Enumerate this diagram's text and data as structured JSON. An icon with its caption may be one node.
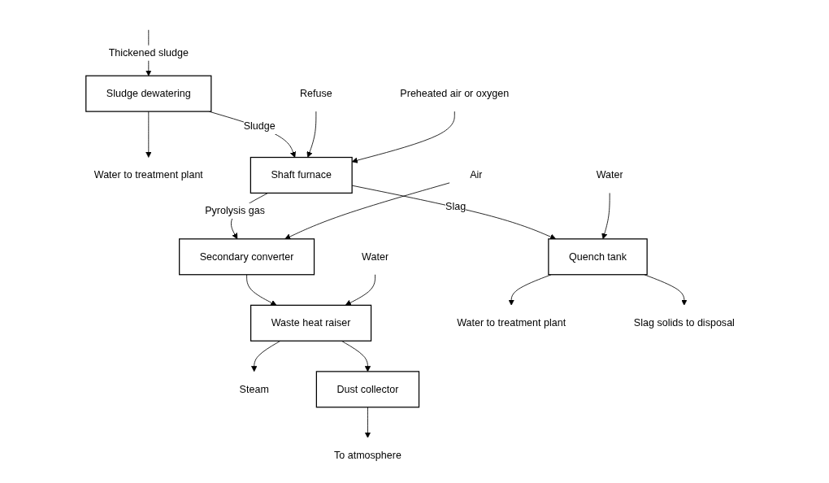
{
  "diagram": {
    "nodes": [
      {
        "text": [
          "Sludge dewatering"
        ]
      },
      {
        "text": [
          "Water to treatment plant"
        ]
      },
      {
        "text": [
          "Shaft furnace"
        ]
      },
      {
        "text": [
          "Refuse"
        ]
      },
      {
        "text": [
          "Preheated air or oxygen"
        ]
      },
      {
        "text": [
          "Secondary converter"
        ]
      },
      {
        "text": [
          "Air"
        ]
      },
      {
        "text": [
          "Waste heat raiser"
        ]
      },
      {
        "text": [
          "Steam"
        ]
      },
      {
        "text": [
          "Water"
        ]
      },
      {
        "text": [
          "Dust collector"
        ]
      },
      {
        "text": [
          "To atmosphere"
        ]
      },
      {
        "text": [
          "Quench tank"
        ]
      },
      {
        "text": [
          "Water"
        ]
      },
      {
        "text": [
          "Water to treatment plant"
        ]
      },
      {
        "text": [
          "Slag solids to disposal"
        ]
      }
    ],
    "edges": [
      {
        "from": null,
        "to": 0,
        "arrow": "to",
        "label": "Thickened sludge"
      },
      {
        "from": 0,
        "to": 1,
        "arrow": "to"
      },
      {
        "from": 0,
        "to": 2,
        "arrow": "to",
        "label": "Sludge"
      },
      {
        "from": 3,
        "to": 2,
        "arrow": "to"
      },
      {
        "from": 4,
        "to": 2,
        "arrow": "to"
      },
      {
        "from": 2,
        "to": 5,
        "arrow": "to",
        "label": "Pyrolysis gas"
      },
      {
        "from": 6,
        "to": 5,
        "arrow": "to"
      },
      {
        "from": 5,
        "to": 7,
        "arrow": "to"
      },
      {
        "from": 7,
        "to": 8,
        "arrow": "to"
      },
      {
        "from": 9,
        "to": 7,
        "arrow": "to"
      },
      {
        "from": 7,
        "to": 10,
        "arrow": "to"
      },
      {
        "from": 10,
        "to": 11,
        "arrow": "to"
      },
      {
        "from": 2,
        "to": 12,
        "arrow": "to",
        "label": "Slag"
      },
      {
        "from": 13,
        "to": 12,
        "arrow": "to"
      },
      {
        "from": 12,
        "to": 14,
        "arrow": "to"
      },
      {
        "from": 12,
        "to": 15,
        "arrow": "to"
      }
    ]
  }
}
